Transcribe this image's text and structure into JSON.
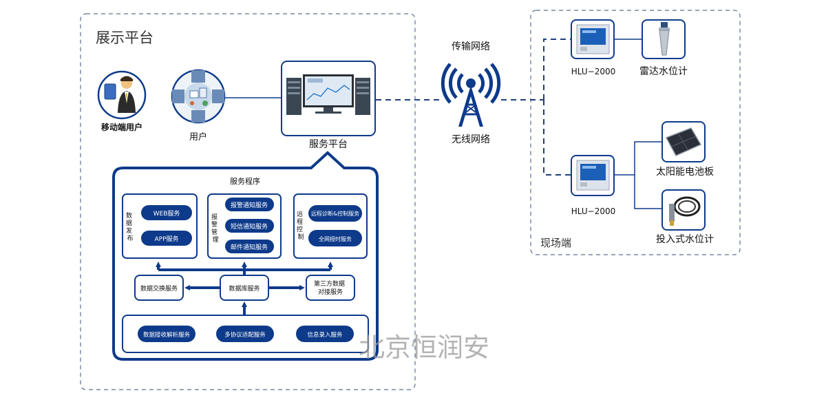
{
  "display_platform": {
    "title": "展示平台"
  },
  "mobile_user": {
    "label": "移动端用户"
  },
  "user": {
    "label": "用户"
  },
  "service_platform": {
    "label": "服务平台"
  },
  "network": {
    "title": "传输网络",
    "wireless_label": "无线网络"
  },
  "field": {
    "title": "现场端",
    "device1": {
      "label": "HLU−2000",
      "sensor_label": "雷达水位计"
    },
    "device2": {
      "label": "HLU−2000",
      "solar_label": "太阳能电池板",
      "sensor_label": "投入式水位计"
    }
  },
  "service_program": {
    "title": "服务程序",
    "data_publish": {
      "label": "数据发布",
      "items": [
        "WEB服务",
        "APP服务"
      ]
    },
    "alarm": {
      "label": "报警管理",
      "items": [
        "报警通知服务",
        "短信通知服务",
        "邮件通知服务"
      ]
    },
    "remote": {
      "label": "远程控制",
      "items": [
        "远程诊断&控制服务",
        "全网授时服务"
      ]
    },
    "data_exchange": "数据交换服务",
    "database": "数据库服务",
    "third_party": [
      "第三方数据",
      "对接服务"
    ],
    "bottom_items": [
      "数据接收解析服务",
      "多协议适配服务",
      "信息录入服务"
    ]
  },
  "watermark": "北京恒润安",
  "colors": {
    "navy": "#0d3a8a",
    "dash": "#1d3f7c",
    "frame": "#5a6f91"
  }
}
